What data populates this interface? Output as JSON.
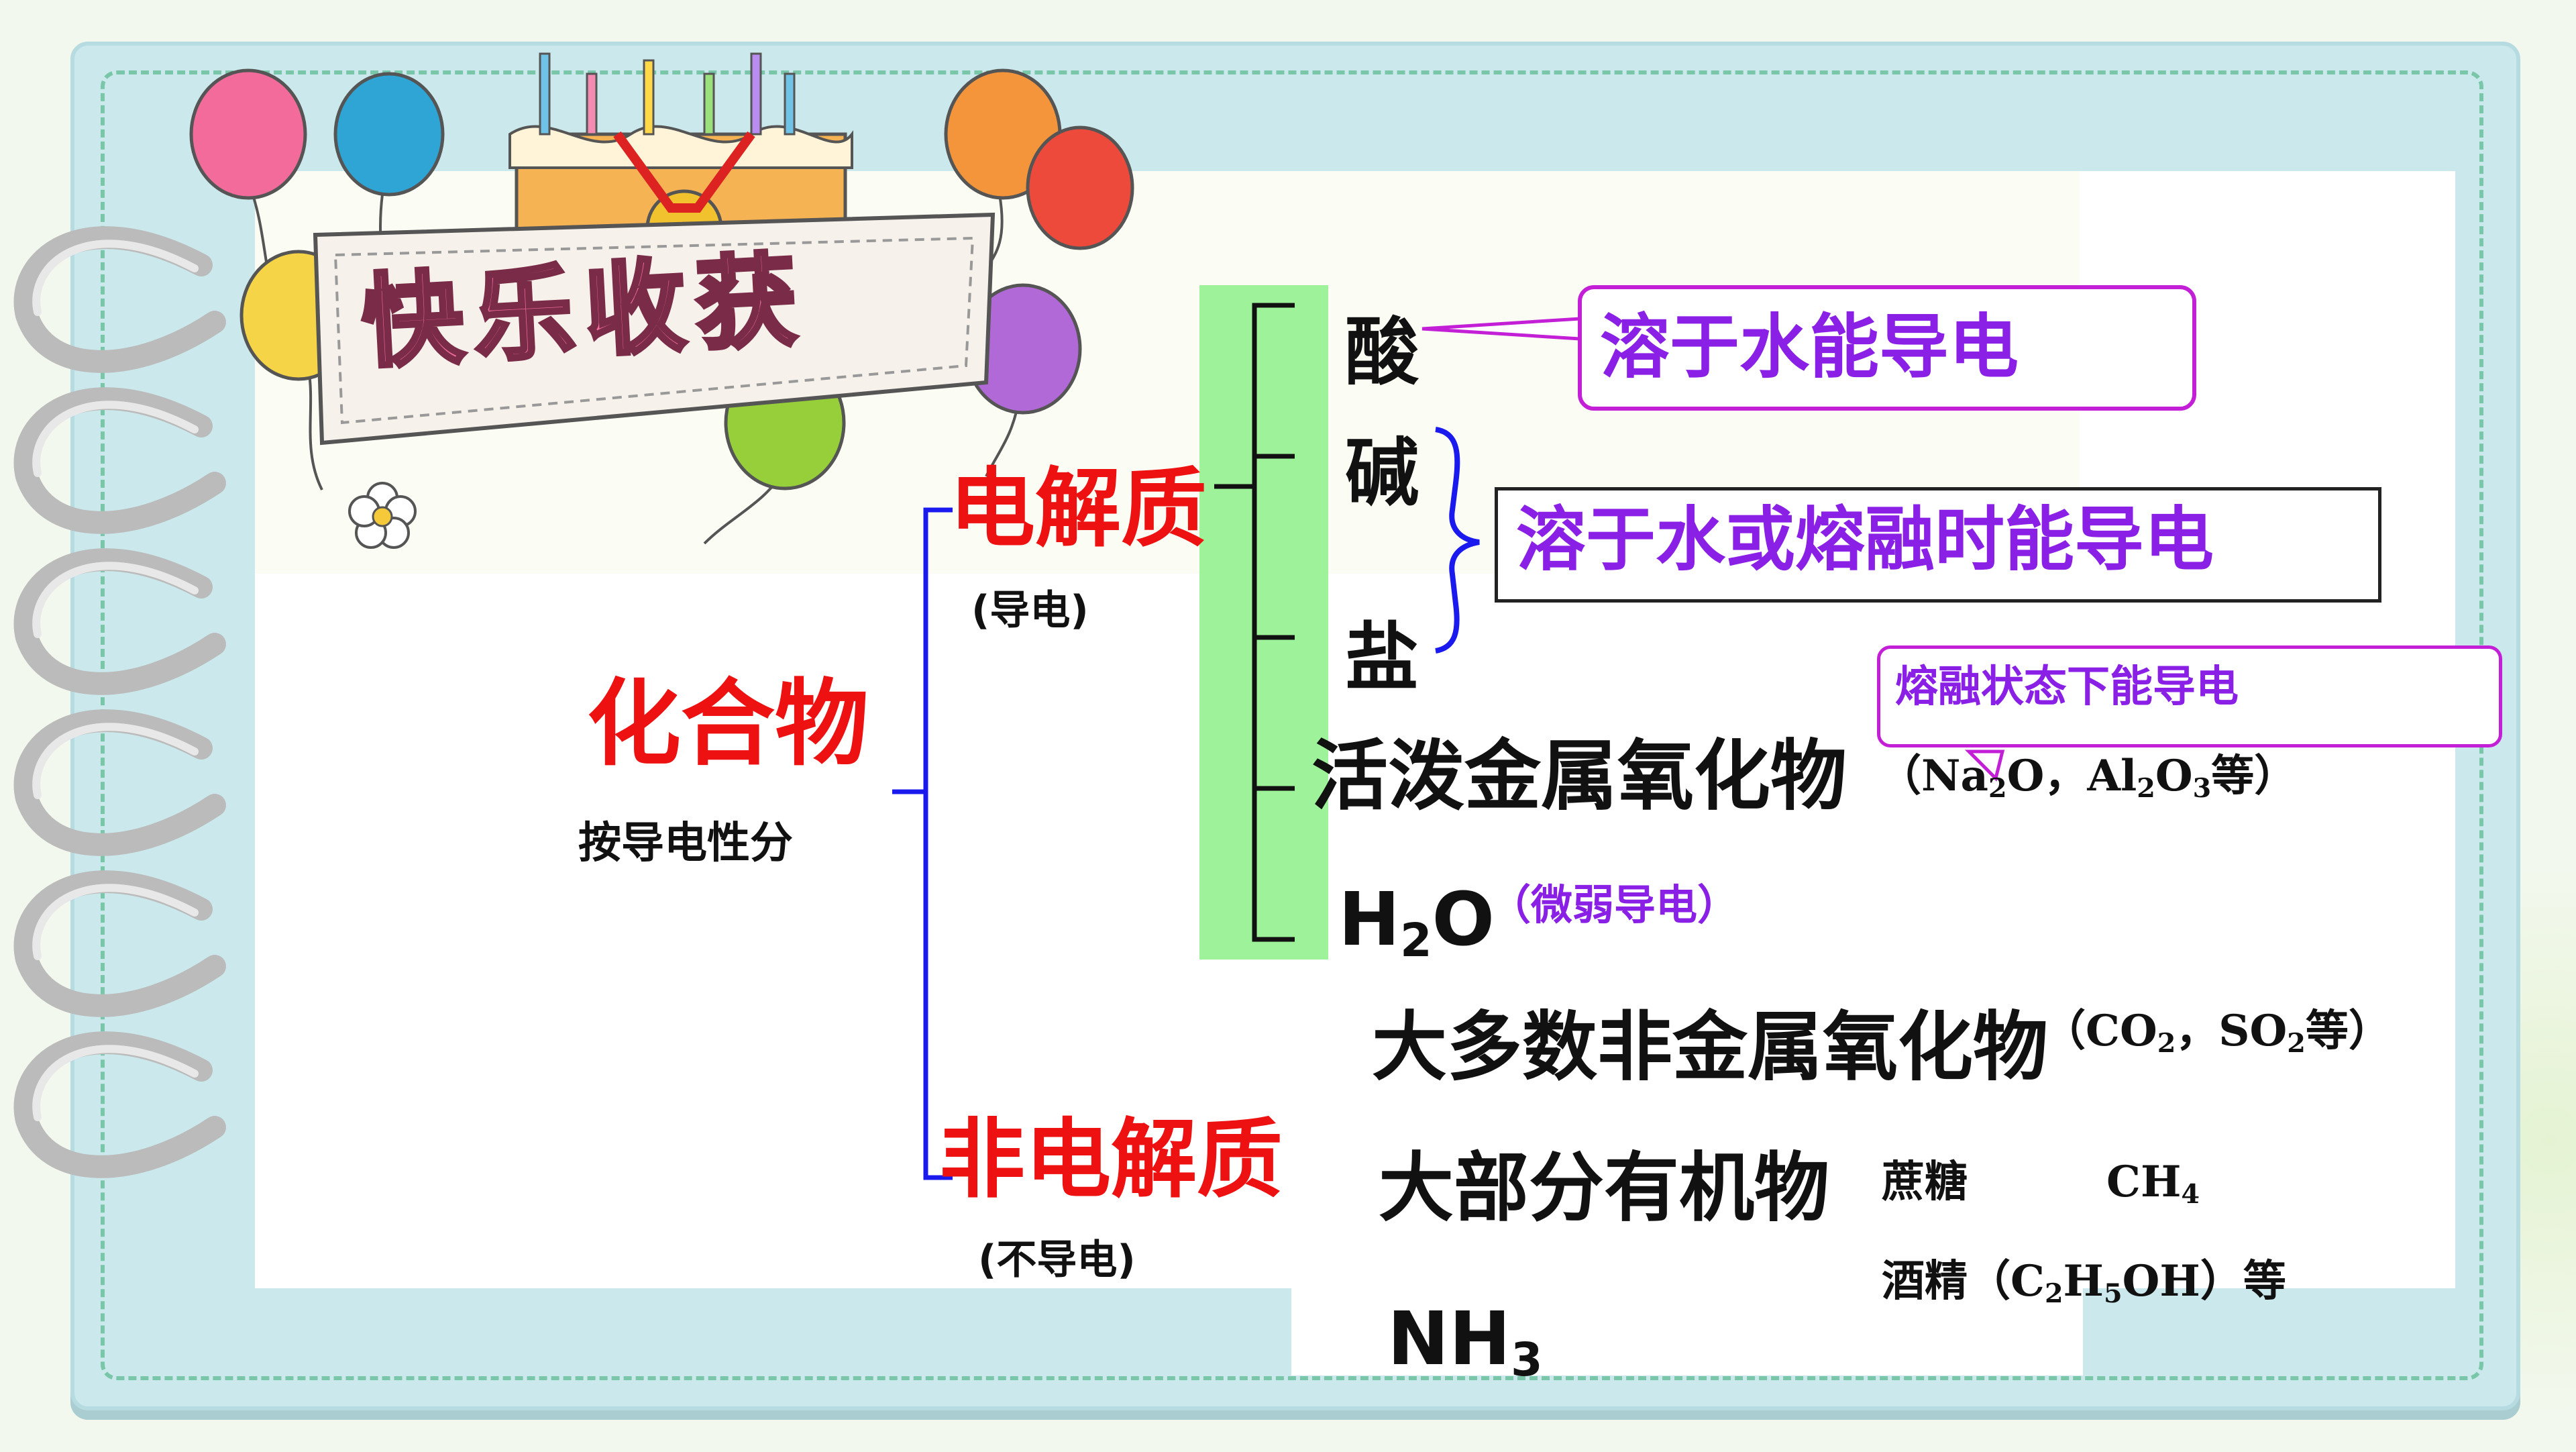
{
  "banner": {
    "title": "快乐收获"
  },
  "root": {
    "label": "化合物",
    "note": "按导电性分"
  },
  "electrolyte": {
    "label": "电解质",
    "note": "(导电)",
    "items": {
      "acid": "酸",
      "base": "碱",
      "salt": "盐",
      "metal_oxide": "活泼金属氧化物",
      "water": {
        "main": "H",
        "sub": "2",
        "tail": "O",
        "note": "（微弱导电）"
      }
    },
    "notes": {
      "acid_note": "溶于水能导电",
      "base_salt_note": "溶于水或熔融时能导电",
      "oxide_note": "熔融状态下能导电",
      "oxide_example": {
        "open": "（",
        "a": "Na",
        "a_sub": "2",
        "a_tail": "O",
        "sep": "，",
        "b": "Al",
        "b_sub": "2",
        "b_mid": "O",
        "b_sub2": "3",
        "end": "等）"
      }
    }
  },
  "non_electrolyte": {
    "label": "非电解质",
    "note": "(不导电)",
    "items": {
      "nonmetal_oxide": "大多数非金属氧化物",
      "nonmetal_oxide_example": {
        "open": "（",
        "a": "CO",
        "a_sub": "2",
        "sep": "，",
        "b": "SO",
        "b_sub": "2",
        "end": "等）"
      },
      "organics": "大部分有机物",
      "organics_ex1": "蔗糖",
      "organics_ex2": {
        "main": "CH",
        "sub": "4"
      },
      "organics_ex3": {
        "pre": "酒精（",
        "c": "C",
        "c_sub": "2",
        "h": "H",
        "h_sub": "5",
        "tail": "OH",
        "end": "）等"
      },
      "ammonia": {
        "main": "NH",
        "sub": "3"
      }
    }
  },
  "colors": {
    "red": "#ee1111",
    "purple": "#8a1fe6",
    "magenta_border": "#c21fd6",
    "blue_line": "#1a1aee",
    "green_bar": "#9ef29a",
    "frame_blue": "#cbe9ec"
  }
}
